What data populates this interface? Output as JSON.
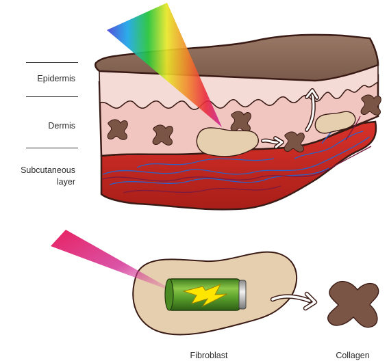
{
  "layers": {
    "epidermis": "Epidermis",
    "dermis": "Dermis",
    "subcutaneous_line1": "Subcutaneous",
    "subcutaneous_line2": "layer"
  },
  "cells": {
    "fibroblast": "Fibroblast",
    "collagen": "Collagen"
  },
  "colors": {
    "skin_top": "#8b6a58",
    "epidermis": "#f2d3cd",
    "dermis": "#f1c6c0",
    "subcutaneous": "#c52820",
    "fibroblast": "#e5cfae",
    "collagen": "#7a5545",
    "battery": "#5aa02c",
    "bolt": "#ffe600"
  }
}
